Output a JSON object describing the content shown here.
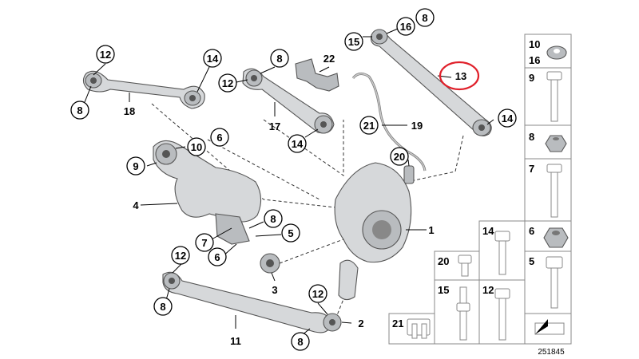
{
  "callouts": {
    "c12a": "12",
    "c14a": "14",
    "c8a": "8",
    "c18": "18",
    "c8b": "8",
    "c12b": "12",
    "c17": "17",
    "c14b": "14",
    "c22": "22",
    "c15": "15",
    "c16a": "16",
    "c8c": "8",
    "c13": "13",
    "c14c": "14",
    "c21": "21",
    "c19": "19",
    "c20": "20",
    "c10": "10",
    "c6a": "6",
    "c9": "9",
    "c4": "4",
    "c8d": "8",
    "c7": "7",
    "c5": "5",
    "c6b": "6",
    "c3": "3",
    "c1": "1",
    "c12c": "12",
    "c8e": "8",
    "c12d": "12",
    "c2": "2",
    "c11": "11",
    "c8f": "8"
  },
  "parts_table": {
    "cells": {
      "t10": "10",
      "t16": "16",
      "t9": "9",
      "t8": "8",
      "t7": "7",
      "t14": "14",
      "t6": "6",
      "t20": "20",
      "t5": "5",
      "t15": "15",
      "t12": "12",
      "t21": "21"
    }
  },
  "highlight": {
    "color": "#e0202a",
    "target": "13"
  },
  "diagram_id": "251845"
}
